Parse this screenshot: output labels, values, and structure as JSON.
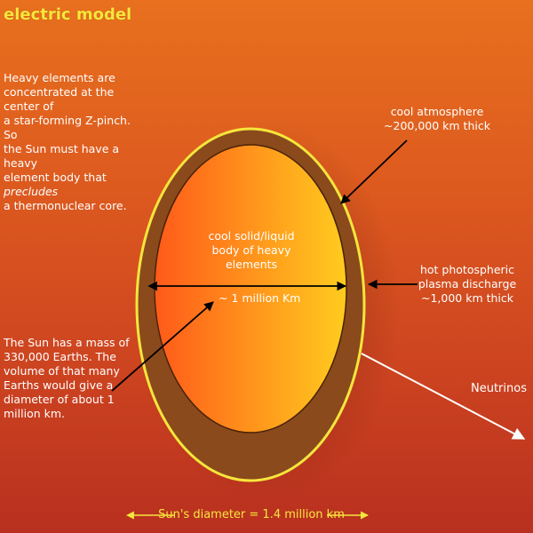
{
  "title": "electric model",
  "notes": {
    "left_top": [
      "Heavy elements are",
      "concentrated at the center of",
      "a star-forming Z-pinch. So",
      "the Sun must have a heavy",
      "element body that ",
      "precludes",
      "a thermonuclear core."
    ],
    "left_bottom": [
      "The Sun has a mass of",
      "330,000 Earths. The",
      "volume of that many",
      "Earths would give a",
      "diameter of about 1",
      "million km."
    ],
    "right_top": [
      "cool atmosphere",
      "~200,000 km thick"
    ],
    "right_mid": [
      "hot photospheric",
      "plasma discharge",
      "~1,000 km thick"
    ],
    "core": [
      "cool solid/liquid",
      "body of heavy",
      "elements"
    ],
    "core_dim": "~ 1 million Km",
    "neutrinos": "Neutrinos",
    "sun_diameter": "Sun's diameter = 1.4 million km"
  },
  "colors": {
    "rim": "#f6e63c",
    "atmosphere": "#8a4a1c",
    "core_inner": "#ff6a1a",
    "core_outer": "#ffcc1e"
  }
}
